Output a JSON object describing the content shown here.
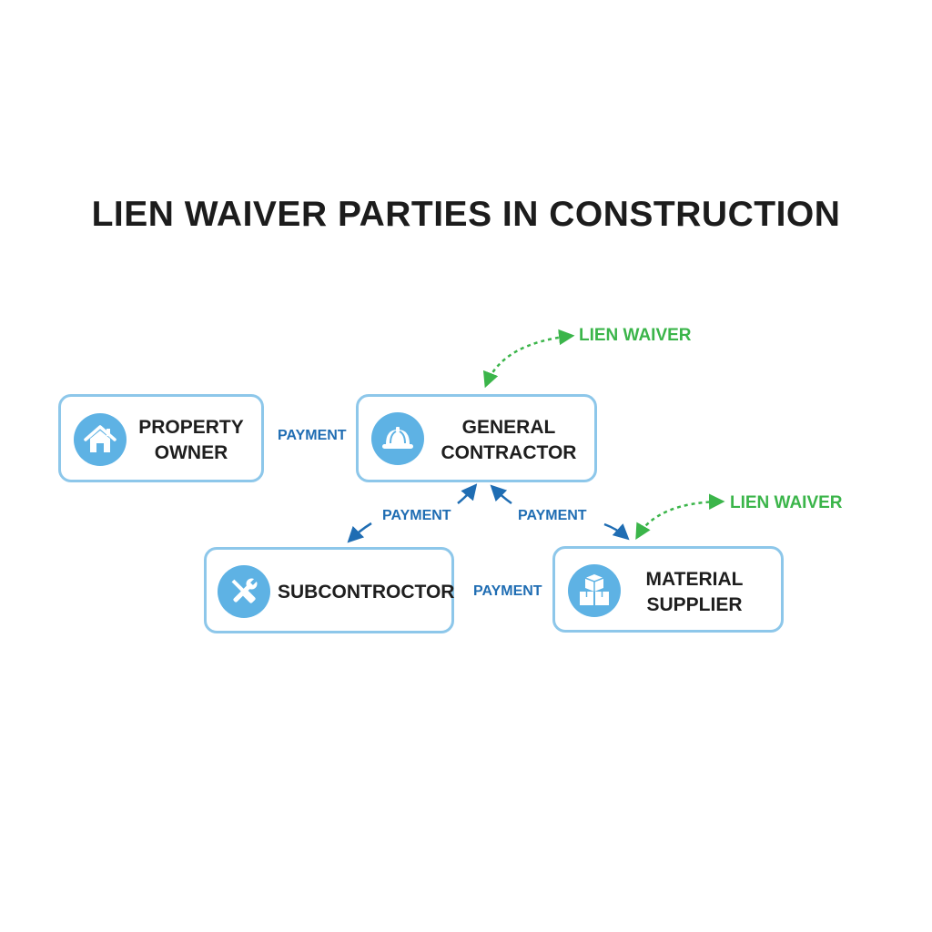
{
  "title": "LIEN WAIVER PARTIES IN CONSTRUCTION",
  "colors": {
    "box_border": "#8dc7ea",
    "icon_fill": "#5eb2e4",
    "payment": "#1f6db3",
    "lien_waiver": "#3bb54a",
    "text": "#1e1e1e"
  },
  "nodes": {
    "owner": {
      "label": "PROPERTY\nOWNER",
      "icon": "house-icon"
    },
    "gc": {
      "label": "GENERAL\nCONTRACTOR",
      "icon": "hard-hat-icon"
    },
    "sub": {
      "label": "SUBCONTROCTOR",
      "icon": "wrench-screwdriver-icon"
    },
    "supplier": {
      "label": "MATERIAL\nSUPPLIER",
      "icon": "boxes-icon"
    }
  },
  "edges": {
    "owner_gc": "PAYMENT",
    "gc_sub": "PAYMENT",
    "gc_supplier": "PAYMENT",
    "sub_supplier": "PAYMENT",
    "waiver_gc": "LIEN WAIVER",
    "waiver_supplier": "LIEN WAIVER"
  }
}
